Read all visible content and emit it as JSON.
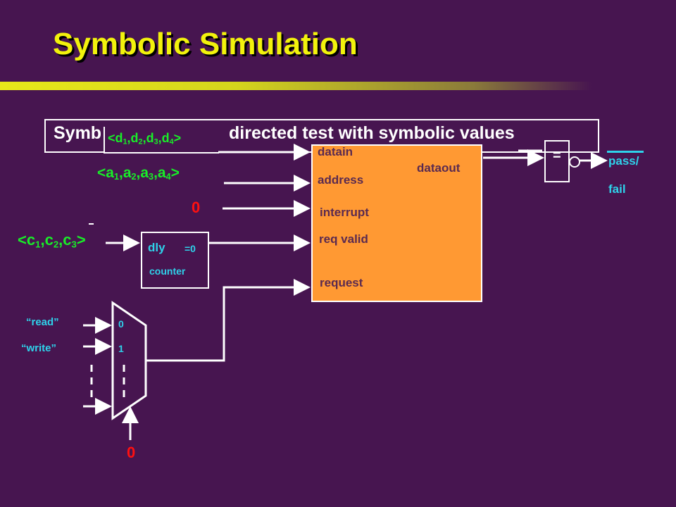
{
  "title": "Symbolic Simulation",
  "banner": {
    "left_text": "Symb",
    "right_text": "directed test with symbolic values"
  },
  "symbols": {
    "lt": "<",
    "gt": ">",
    "comma": ",",
    "d": "d",
    "a": "a",
    "c": "c",
    "i1": "1",
    "i2": "2",
    "i3": "3",
    "i4": "4"
  },
  "constants": {
    "interrupt_zero": "0",
    "mux_select_zero": "0"
  },
  "dut": {
    "ports": [
      "datain",
      "address",
      "interrupt",
      "req valid",
      "request"
    ],
    "output": "dataout"
  },
  "comparator": {
    "symbol": "="
  },
  "result": {
    "line1": "pass/",
    "line2": "fail"
  },
  "counter": {
    "label1": "dly",
    "label2": "=0",
    "label3": "counter"
  },
  "mux": {
    "inputs": [
      "“read”",
      "“write”"
    ],
    "select_labels": [
      "0",
      "1"
    ]
  },
  "colors": {
    "background": "#471550",
    "title": "#f2f20c",
    "dut_fill": "#ff9933",
    "symbolic_values": "#18ee28",
    "constants": "#ff1010",
    "mux_inputs": "#2ed2ea"
  }
}
